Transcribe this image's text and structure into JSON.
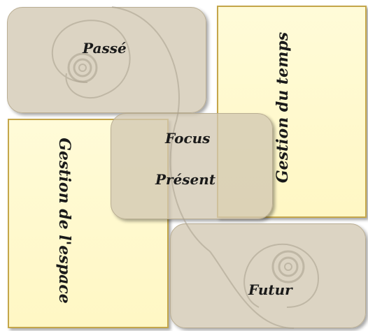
{
  "diagram": {
    "boxes": {
      "passe": "Passé",
      "focus": "Focus",
      "present": "Présent",
      "futur": "Futur"
    },
    "panels": {
      "gestion_temps": "Gestion du temps",
      "gestion_espace": "Gestion de l'espace"
    },
    "colors": {
      "yellow_fill": "#fff7c4",
      "yellow_border": "#c4a64a",
      "box_fill": "#d2c8b2",
      "spiral": "#a89f8c"
    }
  }
}
